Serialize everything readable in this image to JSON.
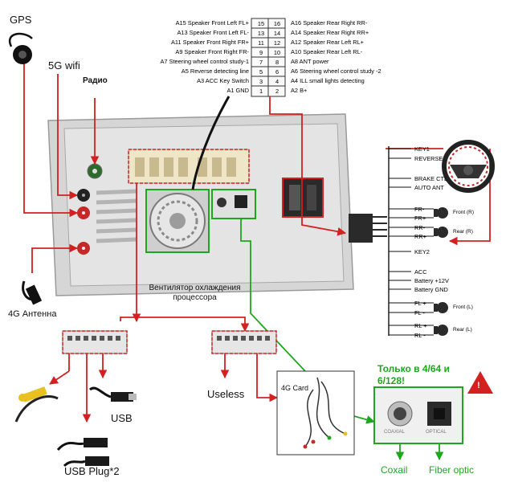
{
  "antennas": {
    "gps": "GPS",
    "wifi": "5G wifi",
    "radio": "Радио",
    "lte": "4G Антенна"
  },
  "pin_header": {
    "left": [
      "A15  Speaker Front Left FL+",
      "A13  Speaker Front Left FL-",
      "A11  Speaker Front Right FR+",
      "A9  Speaker Front Right FR-",
      "A7  Steering wheel control study-1",
      "A5  Reverse detecting line",
      "A3 ACC Key Switch",
      "A1 GND"
    ],
    "right": [
      "A16 Speaker Rear Right RR-",
      "A14 Speaker Rear Right RR+",
      "A12 Speaker Rear Left RL+",
      "A10 Speaker Rear Left RL-",
      "A8  ANT power",
      "A6  Steering wheel control study -2",
      "A4  ILL small lights detecting",
      "A2  B+"
    ],
    "pins_left": [
      "15",
      "13",
      "11",
      "9",
      "7",
      "5",
      "3",
      "1"
    ],
    "pins_right": [
      "16",
      "14",
      "12",
      "10",
      "8",
      "6",
      "4",
      "2"
    ]
  },
  "fan_label": "Вентилятор охлаждения процессора",
  "harness": {
    "wires": [
      "KEY1",
      "REVERSE",
      "BRAKE CTL",
      "AUTO ANT",
      "FR-",
      "FR+",
      "RR-",
      "RR+",
      "KEY2",
      "ACC",
      "Battery +12V",
      "Battery GND",
      "FL +",
      "FL -",
      "RL +",
      "RL -"
    ],
    "speakers": [
      "Front (R)",
      "Rear (R)",
      "Front (L)",
      "Rear (L)"
    ]
  },
  "outputs": {
    "usb": "USB",
    "usb_plug": "USB Plug*2",
    "useless": "Useless",
    "card_4g": "4G Card"
  },
  "optical": {
    "note": "Только в 4/64 и 6/128!",
    "warning": "!",
    "coax": "Coxail",
    "fiber": "Fiber optic",
    "port_coax": "COAXIAL",
    "port_optical": "OPTICAL"
  },
  "colors": {
    "line": "#d32020",
    "green": "#1fa61f",
    "unit": "#d8d8d8"
  }
}
